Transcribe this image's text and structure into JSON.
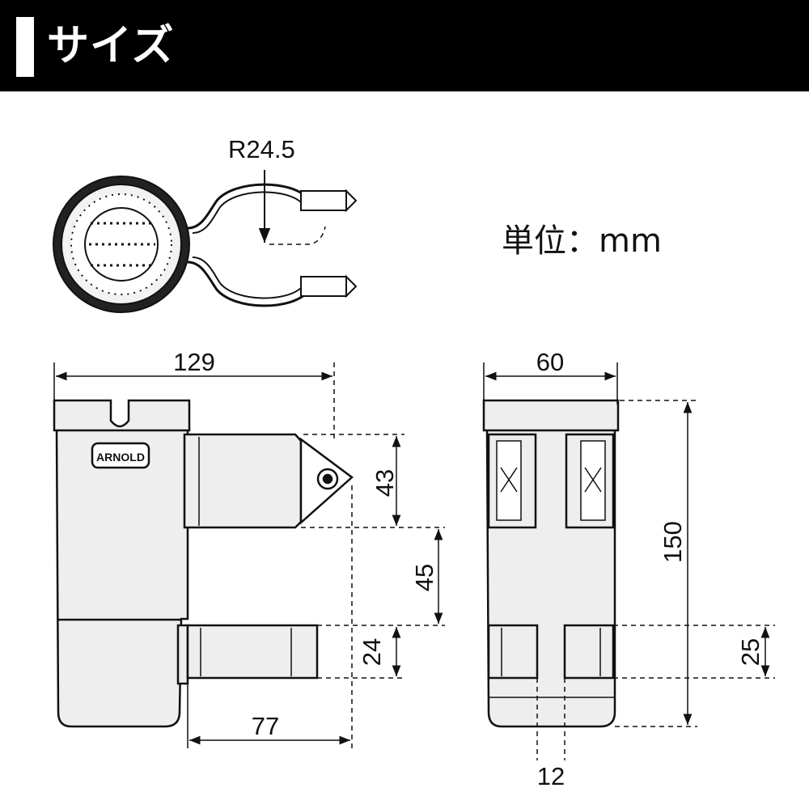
{
  "header": {
    "title": "サイズ"
  },
  "unit_label": "単位：mm",
  "logo_text": "ARNOLD",
  "dimensions": {
    "radius": "R24.5",
    "total_width": "129",
    "depth": "60",
    "upper_clamp_height": "43",
    "clamp_gap": "45",
    "lower_clamp_height": "24",
    "lower_width": "77",
    "height": "150",
    "side_lower_height": "25",
    "side_bottom_width": "12"
  },
  "colors": {
    "header_bg": "#000000",
    "header_text": "#ffffff",
    "line": "#111111",
    "body_fill": "#eeeeee"
  }
}
